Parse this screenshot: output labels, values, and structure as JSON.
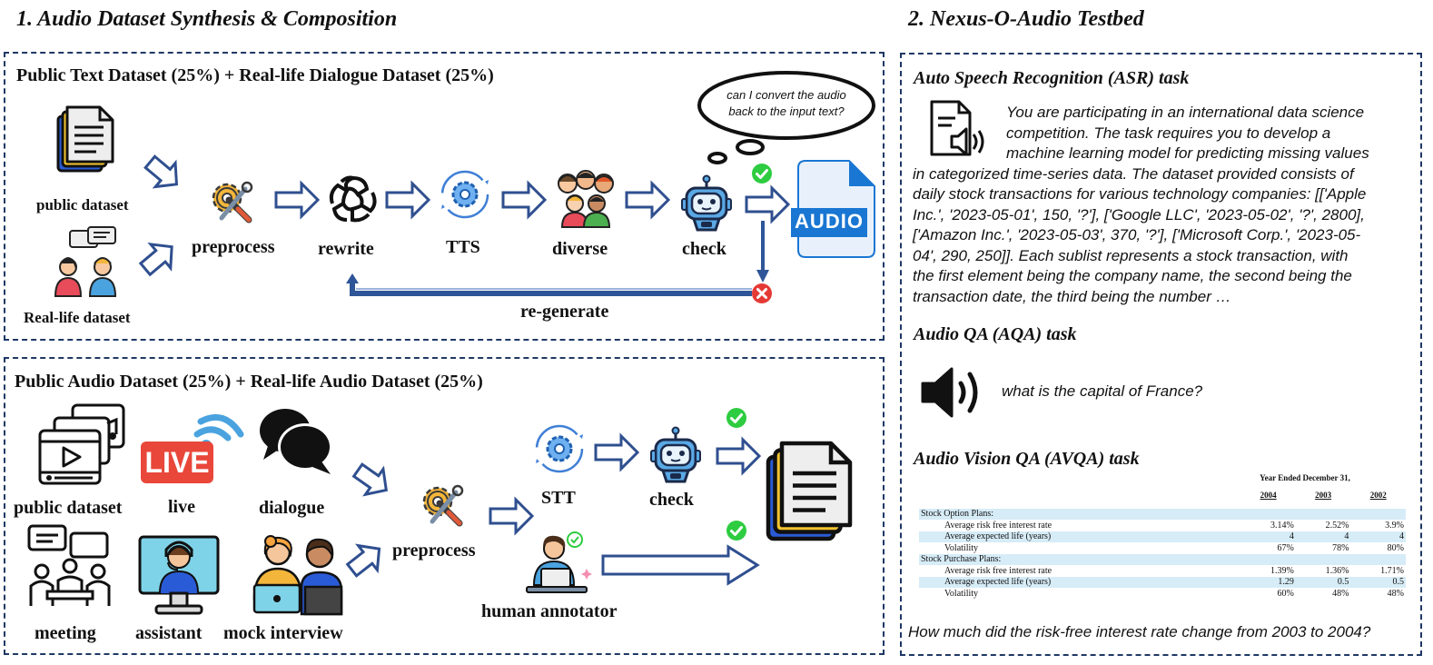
{
  "section1": {
    "title": "1. Audio Dataset Synthesis & Composition",
    "top": {
      "title": "Public Text Dataset (25%) + Real-life Dialogue Dataset (25%)",
      "sources": [
        "public dataset",
        "Real-life dataset"
      ],
      "steps": [
        "preprocess",
        "rewrite",
        "TTS",
        "diverse",
        "check"
      ],
      "bubble": "can I convert the audio back to the input text?",
      "output_label": "AUDIO",
      "loop_label": "re-generate"
    },
    "bottom": {
      "title": "Public Audio Dataset (25%) + Real-life Audio Dataset (25%)",
      "sources": [
        "public dataset",
        "live",
        "dialogue",
        "meeting",
        "assistant",
        "mock interview"
      ],
      "live_badge": "LIVE",
      "steps": [
        "preprocess",
        "STT",
        "check",
        "human annotator"
      ]
    }
  },
  "section2": {
    "title": "2. Nexus-O-Audio Testbed",
    "asr": {
      "title": "Auto Speech Recognition (ASR) task",
      "lines": [
        "You are participating in an international data science",
        "competition. The task requires you to develop a",
        "machine learning model for predicting missing values",
        "in categorized time-series data. The dataset provided consists of",
        "daily stock transactions for various technology companies: [['Apple",
        "Inc.', '2023-05-01', 150, '?'], ['Google LLC', '2023-05-02', '?', 2800],",
        "['Amazon Inc.', '2023-05-03', 370, '?'], ['Microsoft Corp.', '2023-05-",
        "04', 290, 250]]. Each sublist represents a stock transaction, with",
        "the first element being the company name, the second being the",
        "transaction date, the third being the number …"
      ]
    },
    "aqa": {
      "title": "Audio QA (AQA) task",
      "question": "what is the capital of France?"
    },
    "avqa": {
      "title": "Audio Vision QA (AVQA) task",
      "table": {
        "caption": "Year Ended December 31,",
        "years": [
          "2004",
          "2003",
          "2002"
        ],
        "rows": [
          {
            "label": "Stock Option Plans:",
            "values": [
              "",
              "",
              ""
            ],
            "indent": false,
            "hl": true
          },
          {
            "label": "Average risk free interest rate",
            "values": [
              "3.14%",
              "2.52%",
              "3.9%"
            ],
            "indent": true,
            "hl": false
          },
          {
            "label": "Average expected life (years)",
            "values": [
              "4",
              "4",
              "4"
            ],
            "indent": true,
            "hl": true
          },
          {
            "label": "Volatility",
            "values": [
              "67%",
              "78%",
              "80%"
            ],
            "indent": true,
            "hl": false
          },
          {
            "label": "Stock Purchase Plans:",
            "values": [
              "",
              "",
              ""
            ],
            "indent": false,
            "hl": true
          },
          {
            "label": "Average risk free interest rate",
            "values": [
              "1.39%",
              "1.36%",
              "1.71%"
            ],
            "indent": true,
            "hl": false
          },
          {
            "label": "Average expected life (years)",
            "values": [
              "1.29",
              "0.5",
              "0.5"
            ],
            "indent": true,
            "hl": true
          },
          {
            "label": "Volatility",
            "values": [
              "60%",
              "48%",
              "48%"
            ],
            "indent": true,
            "hl": false
          }
        ]
      },
      "question": "How much did the risk-free interest rate change from 2003 to 2004?"
    }
  },
  "colors": {
    "frame": "#1f3864",
    "arrow_stroke": "#2f4f8f",
    "loop_arrow": "#2e5597",
    "ok": "#2ecc40",
    "fail": "#e53935",
    "audio_blue": "#1976d2",
    "table_highlight": "#d6ecf7"
  }
}
